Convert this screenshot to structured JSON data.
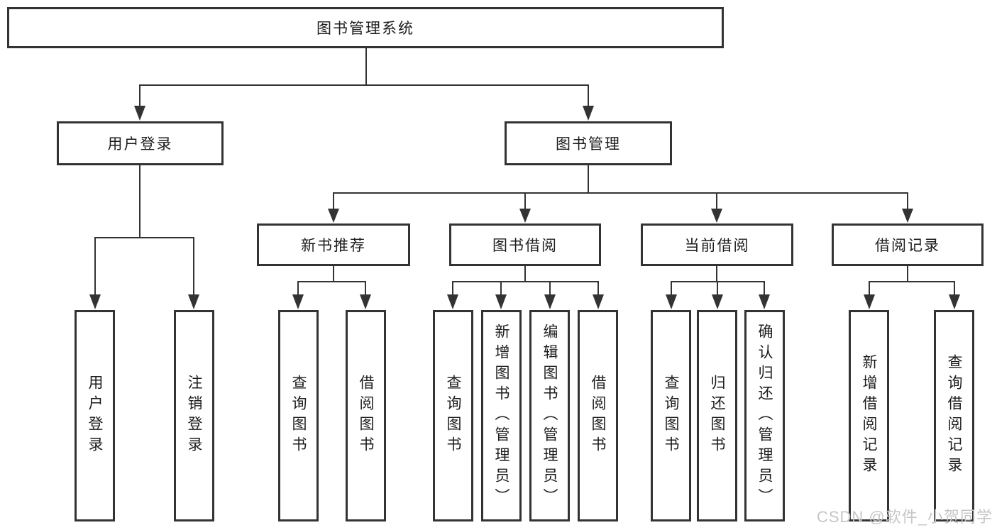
{
  "colors": {
    "line": "#333333",
    "text": "#1c1c1c",
    "watermark": "#c6c6c6",
    "background": "#ffffff"
  },
  "tree": {
    "root": {
      "label": "图书管理系统"
    },
    "branches": [
      {
        "label": "用户登录",
        "children": [
          {
            "label": "用户登录"
          },
          {
            "label": "注销登录"
          }
        ]
      },
      {
        "label": "图书管理",
        "children": [
          {
            "label": "新书推荐",
            "children": [
              {
                "label": "查询图书"
              },
              {
                "label": "借阅图书"
              }
            ]
          },
          {
            "label": "图书借阅",
            "children": [
              {
                "label": "查询图书"
              },
              {
                "label": "新增图书（管理员）"
              },
              {
                "label": "编辑图书（管理员）"
              },
              {
                "label": "借阅图书"
              }
            ]
          },
          {
            "label": "当前借阅",
            "children": [
              {
                "label": "查询图书"
              },
              {
                "label": "归还图书"
              },
              {
                "label": "确认归还（管理员）"
              }
            ]
          },
          {
            "label": "借阅记录",
            "children": [
              {
                "label": "新增借阅记录"
              },
              {
                "label": "查询借阅记录"
              }
            ]
          }
        ]
      }
    ]
  },
  "watermark": "CSDN @软件_小贺同学"
}
